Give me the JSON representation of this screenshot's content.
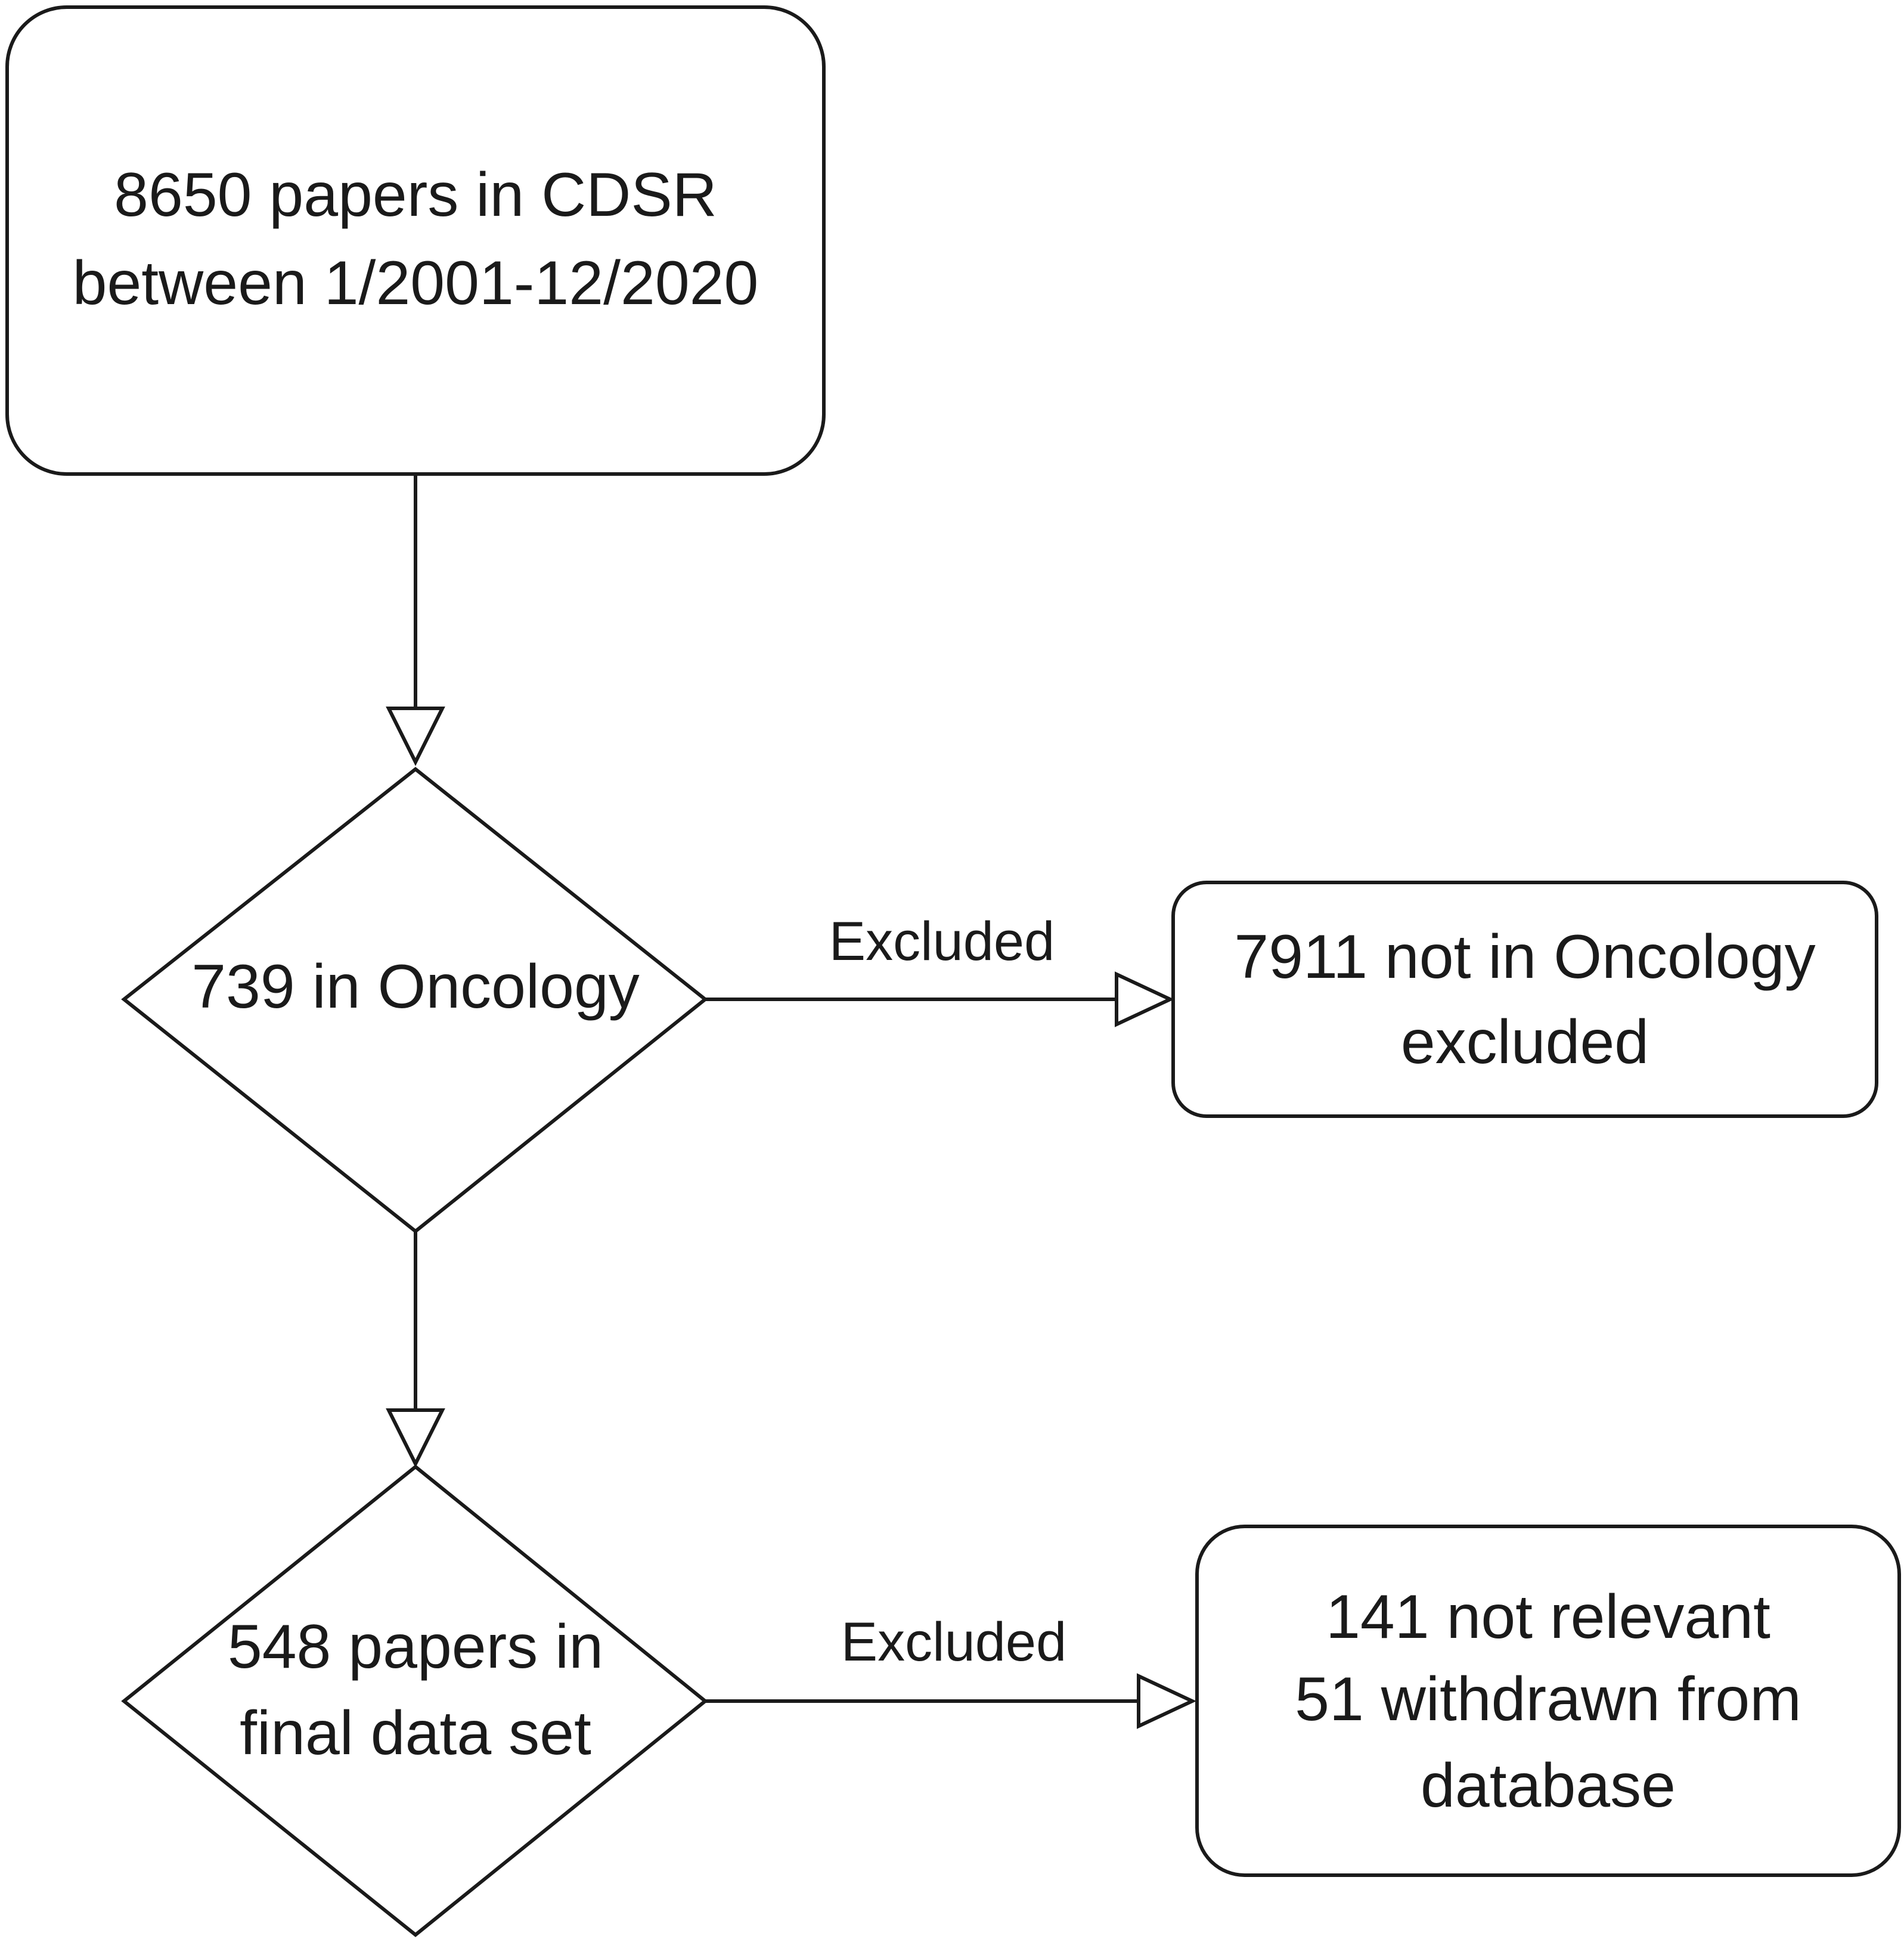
{
  "nodes": {
    "start": {
      "lines": [
        "8650 papers in CDSR",
        "between 1/2001-12/2020"
      ]
    },
    "oncology_decision": {
      "lines": [
        "739 in Oncology"
      ]
    },
    "not_oncology": {
      "lines": [
        "7911 not in Oncology",
        "excluded"
      ]
    },
    "final_decision": {
      "lines": [
        "548 papers in",
        "final data set"
      ]
    },
    "not_relevant": {
      "lines": [
        "141 not relevant",
        "51 withdrawn from",
        "database"
      ]
    }
  },
  "edges": {
    "excluded_1": {
      "label": "Excluded"
    },
    "excluded_2": {
      "label": "Excluded"
    }
  },
  "colors": {
    "stroke": "#1a1a1a",
    "fill": "#ffffff",
    "text": "#1a1a1a"
  }
}
